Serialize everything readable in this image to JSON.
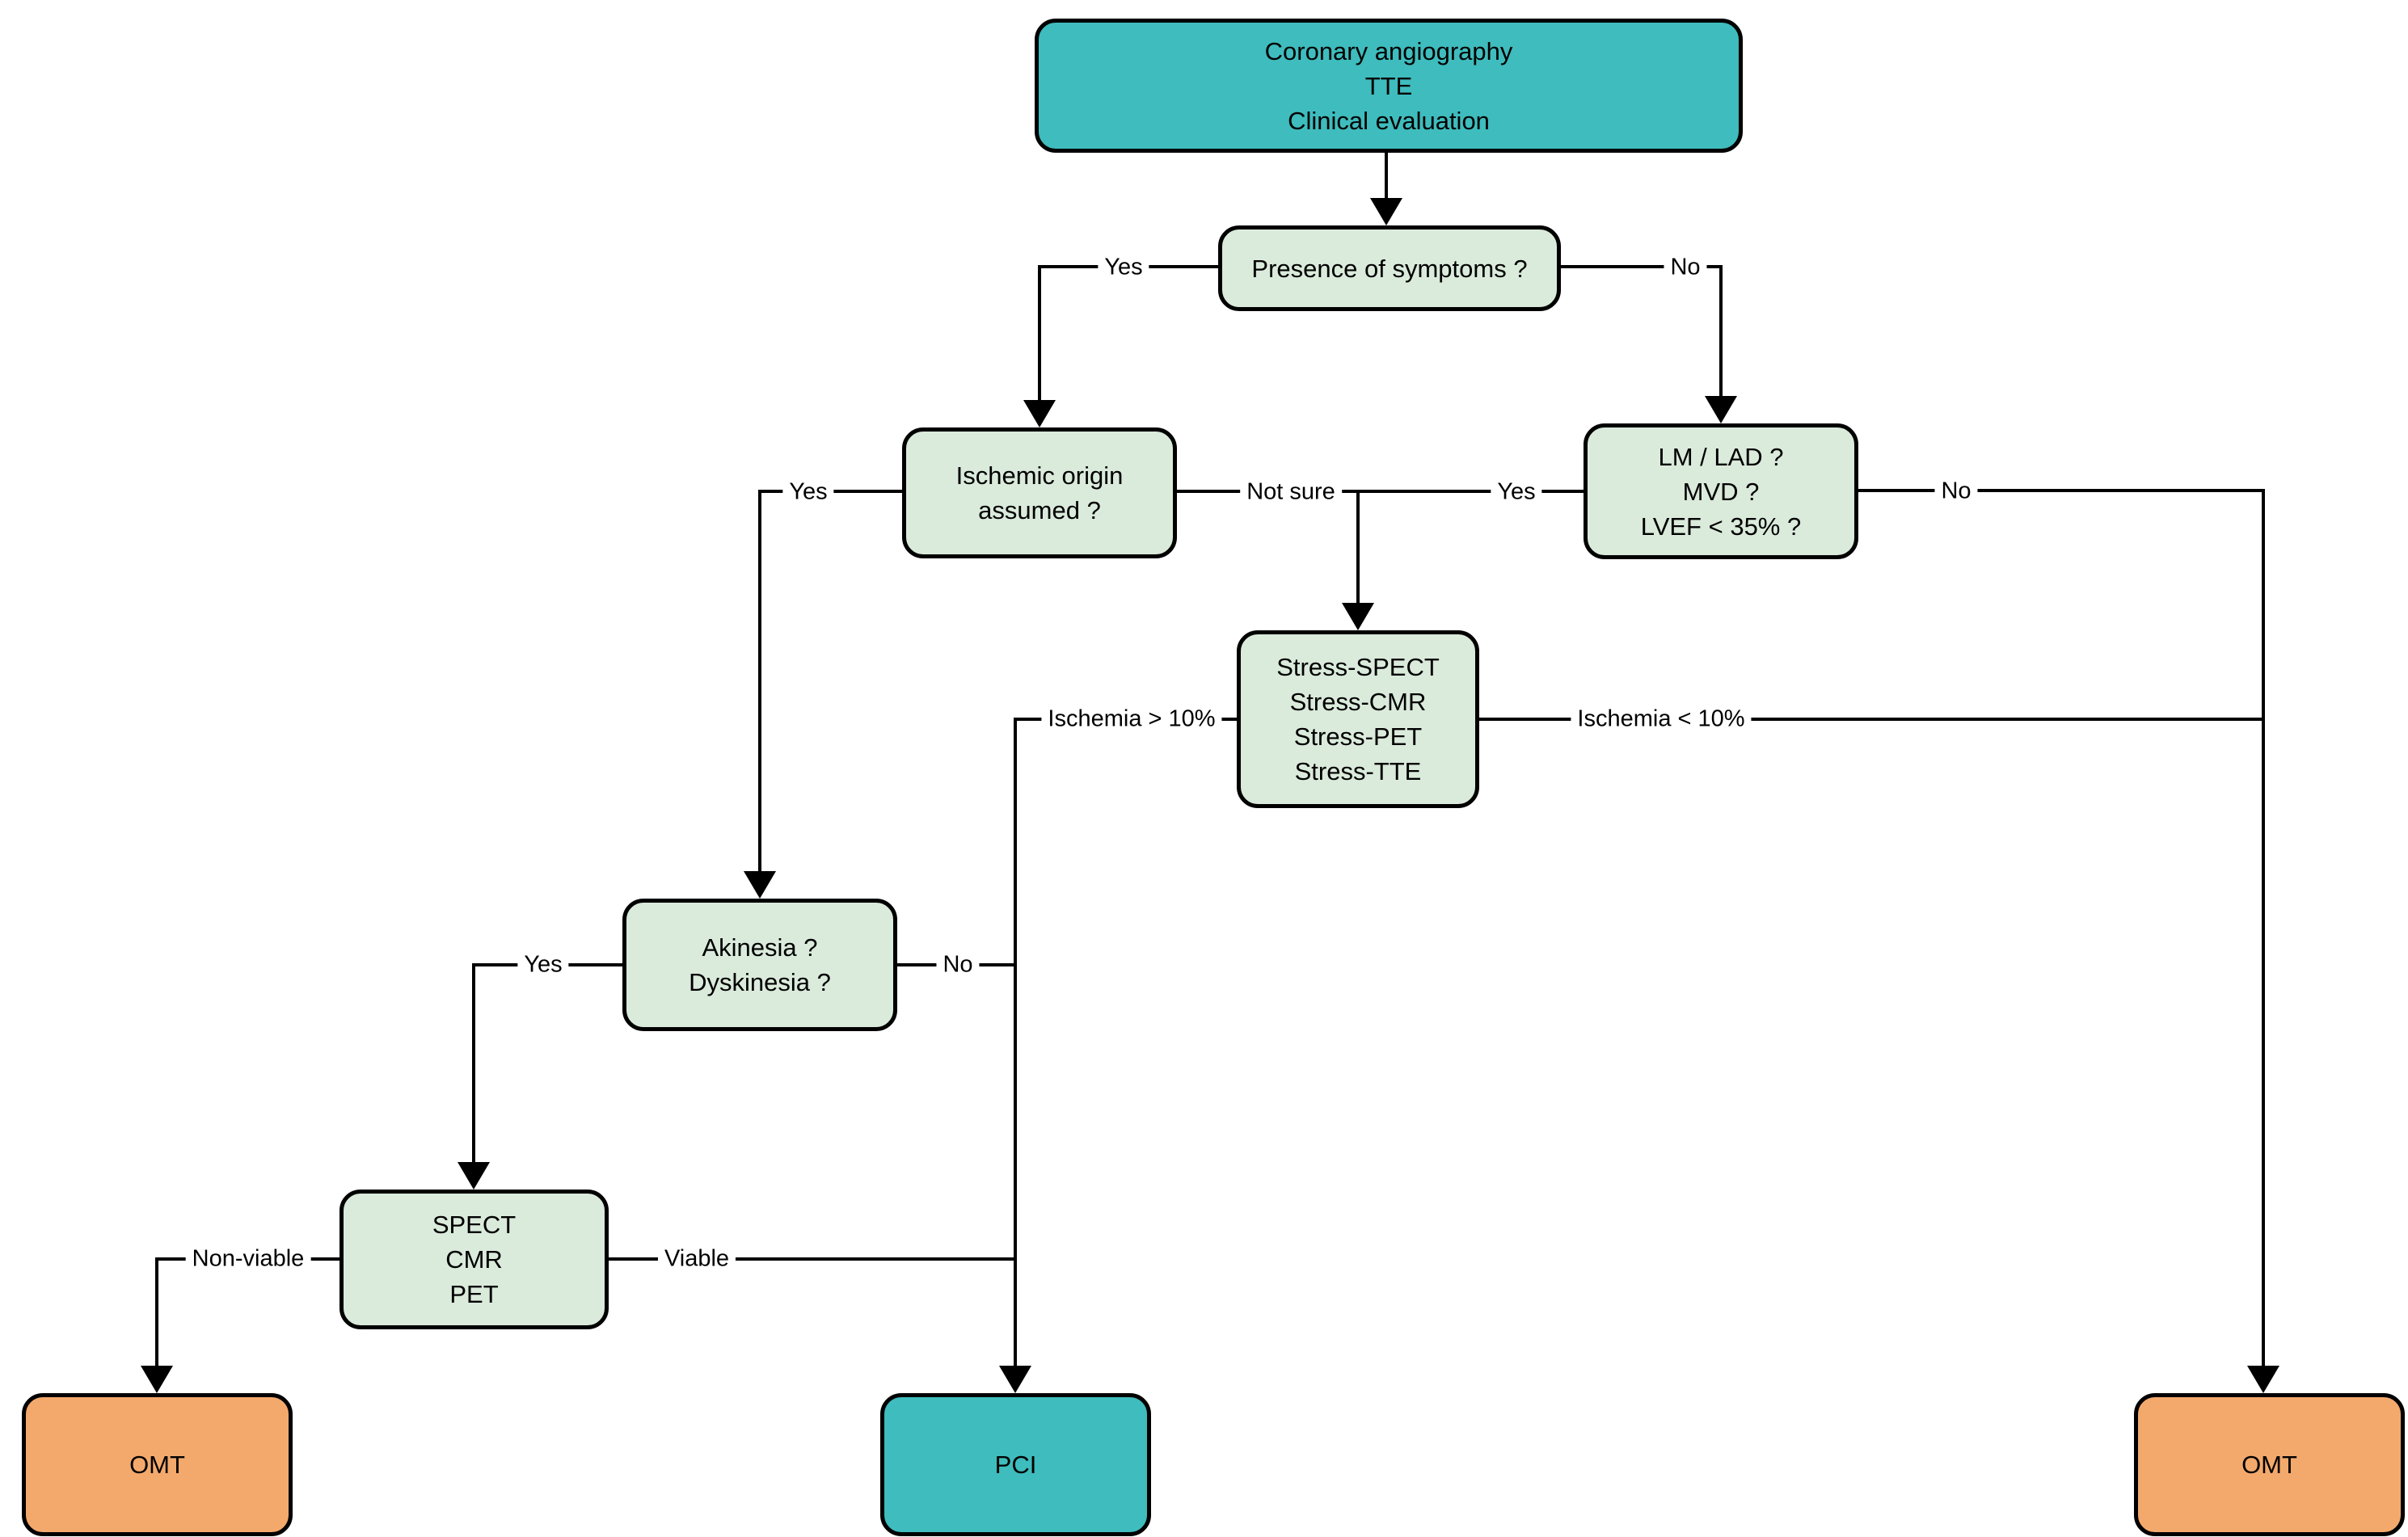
{
  "title": "Coronary angiography decision flowchart",
  "colors": {
    "teal": "#3FBCBD",
    "green": "#DAEADB",
    "orange": "#F4A96C",
    "line": "#000000",
    "background": "#FFFFFF"
  },
  "nodes": {
    "coronary": {
      "lines": [
        "Coronary angiography",
        "TTE",
        "Clinical evaluation"
      ]
    },
    "presence": {
      "lines": [
        "Presence of symptoms ?"
      ]
    },
    "ischemic": {
      "lines": [
        "Ischemic origin",
        "assumed ?"
      ]
    },
    "lmlad": {
      "lines": [
        "LM / LAD ?",
        "MVD ?",
        "LVEF < 35% ?"
      ]
    },
    "stress": {
      "lines": [
        "Stress-SPECT",
        "Stress-CMR",
        "Stress-PET",
        "Stress-TTE"
      ]
    },
    "akinesia": {
      "lines": [
        "Akinesia ?",
        "Dyskinesia ?"
      ]
    },
    "viability": {
      "lines": [
        "SPECT",
        "CMR",
        "PET"
      ]
    },
    "omt_left": {
      "lines": [
        "OMT"
      ]
    },
    "pci": {
      "lines": [
        "PCI"
      ]
    },
    "omt_right": {
      "lines": [
        "OMT"
      ]
    }
  },
  "labels": {
    "presence_yes": "Yes",
    "presence_no": "No",
    "ischemic_yes": "Yes",
    "not_sure": "Not sure",
    "lmlad_yes": "Yes",
    "lmlad_no": "No",
    "ischemia_gt": "Ischemia > 10%",
    "ischemia_lt": "Ischemia < 10%",
    "akinesia_yes": "Yes",
    "akinesia_no": "No",
    "non_viable": "Non-viable",
    "viable": "Viable"
  }
}
